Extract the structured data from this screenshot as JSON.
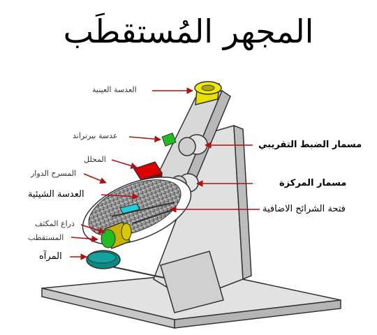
{
  "title": "المجهر المُستقطَب",
  "labels": {
    "eyepiece": "العدسة العينية",
    "bertrand_lens": "عدسة بيرتراند",
    "analyzer": "المحلل",
    "rotating_stage": "المسرح الدوار",
    "objective_lens": "العدسة الشيئية",
    "condenser_arm": "ذراع المكثف",
    "polarizer": "المستقطب",
    "mirror": "المرآه",
    "coarse_focus": "مسمار الضبط التقريبي",
    "centering_screw": "مسمار المركزة",
    "accessory_slot": "فتحة الشرائح الاضافية"
  },
  "colors": {
    "body": "#dcdcdc",
    "eyepiece": "#e8e000",
    "analyzer": "#dd0000",
    "bertrand": "#22bb22",
    "objective": "#e8d800",
    "mirror": "#0a8a84",
    "arrow": "#b01010"
  }
}
